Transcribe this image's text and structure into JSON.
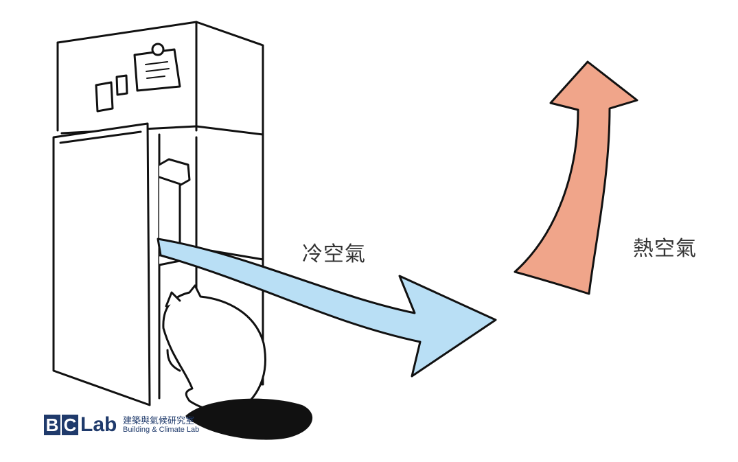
{
  "labels": {
    "cold_air": "冷空氣",
    "hot_air": "熱空氣"
  },
  "logo": {
    "mark_b": "B",
    "mark_c": "C",
    "mark_lab": "Lab",
    "name_cn": "建築與氣候研究室",
    "name_en": "Building & Climate Lab"
  },
  "colors": {
    "cold_arrow": "#b9dff5",
    "hot_arrow": "#f0a58a",
    "outline": "#111111",
    "brand": "#1f3a6b"
  }
}
